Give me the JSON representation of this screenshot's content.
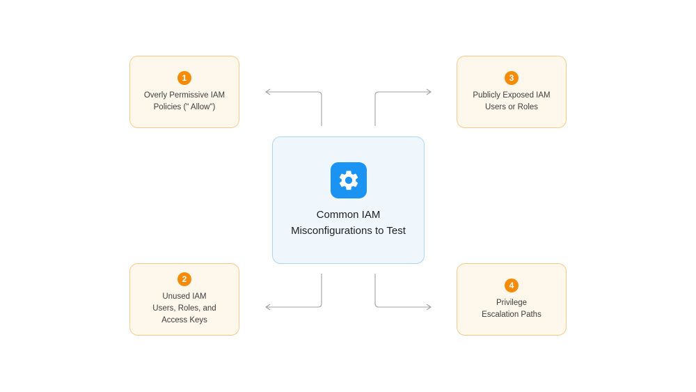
{
  "center": {
    "title": "Common IAM\nMisconfigurations to Test",
    "icon": "gear-icon"
  },
  "cards": [
    {
      "number": "1",
      "text": "Overly Permissive IAM\nPolicies (\" Allow\")"
    },
    {
      "number": "2",
      "text": "Unused IAM\nUsers, Roles, and\nAccess Keys"
    },
    {
      "number": "3",
      "text": "Publicly Exposed IAM\nUsers or Roles"
    },
    {
      "number": "4",
      "text": "Privilege\nEscalation Paths"
    }
  ],
  "colors": {
    "badge": "#f58b08",
    "card_bg": "#fef8ec",
    "card_border": "#f6c98a",
    "center_bg": "#eff7fd",
    "center_border": "#a9d6f7",
    "icon_bg": "#1b93f2",
    "connector": "#a0a0a0"
  }
}
